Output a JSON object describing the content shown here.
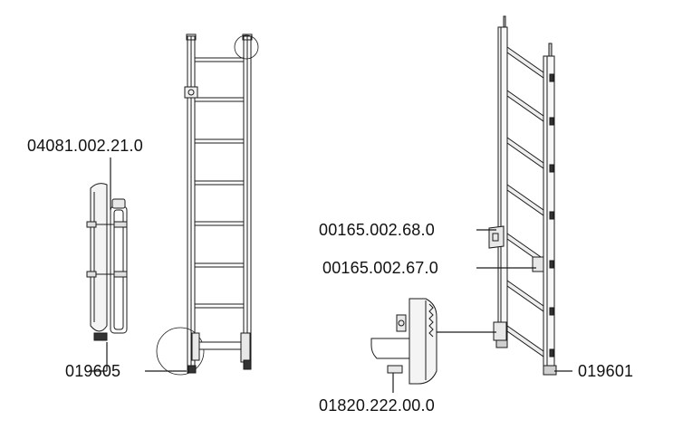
{
  "labels": {
    "left_top": "04081.002.21.0",
    "left_bottom": "019605",
    "right_upper": "00165.002.68.0",
    "right_middle": "00165.002.67.0",
    "right_bottom_left": "01820.222.00.0",
    "right_bottom": "019601"
  },
  "colors": {
    "line": "#1a1a1a",
    "fill_light": "#f2f2f2",
    "fill_dark": "#cfcfcf"
  }
}
